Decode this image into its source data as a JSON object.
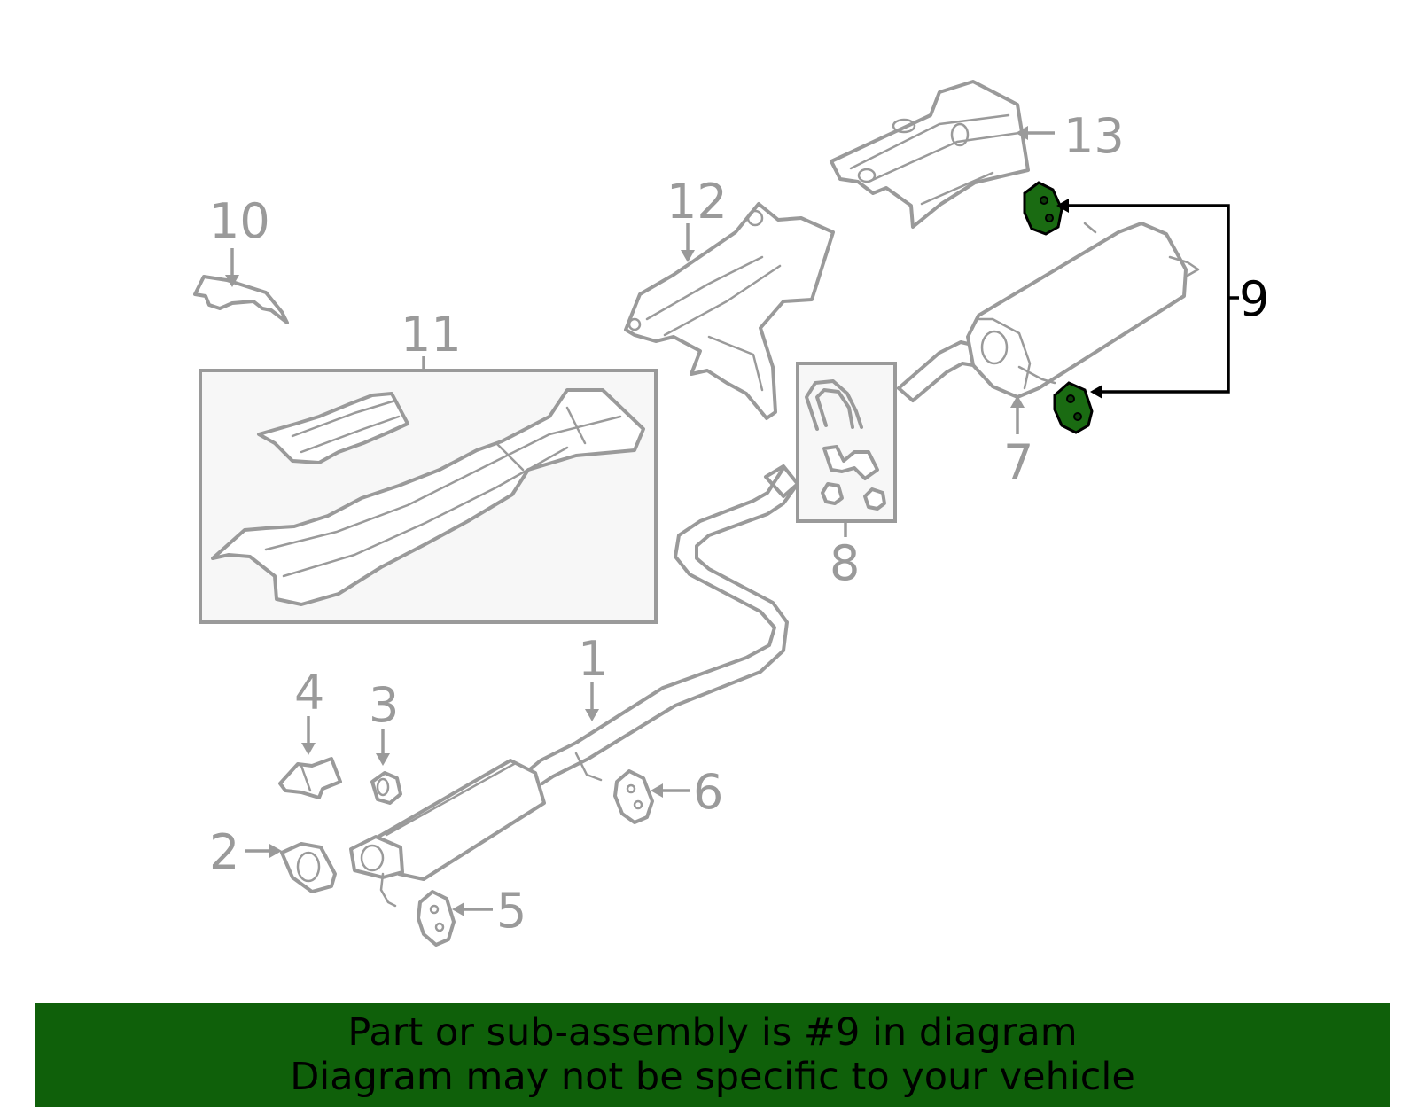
{
  "callouts": {
    "c1": "1",
    "c2": "2",
    "c3": "3",
    "c4": "4",
    "c5": "5",
    "c6": "6",
    "c7": "7",
    "c8": "8",
    "c9": "9",
    "c10": "10",
    "c11": "11",
    "c12": "12",
    "c13": "13"
  },
  "highlight": {
    "part": "9",
    "fill_color": "#1a6b12"
  },
  "banner": {
    "background_color": "#0f600a",
    "line1": "Part or sub-assembly is #9 in diagram",
    "line2": "Diagram may not be specific to your vehicle"
  }
}
